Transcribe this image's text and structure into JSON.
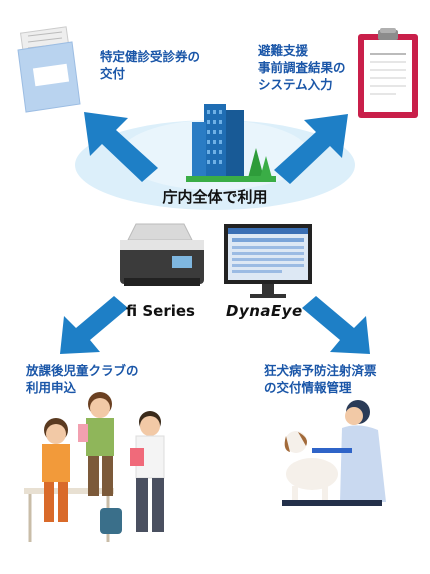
{
  "labels": {
    "top_left": "特定健診受診券の\n交付",
    "top_right": "避難支援\n事前調査結果の\nシステム入力",
    "center": "庁内全体で利用",
    "bottom_left": "放課後児童クラブの\n利用申込",
    "bottom_right": "狂犬病予防注射済票\nの交付情報管理"
  },
  "products": {
    "scanner": "fi Series",
    "software": "DynaEye"
  },
  "colors": {
    "label_blue": "#1a56a8",
    "arrow_blue": "#1e7fc6",
    "glow": "#dceffa",
    "building": "#1f6db3",
    "tree": "#2e9c3a"
  }
}
